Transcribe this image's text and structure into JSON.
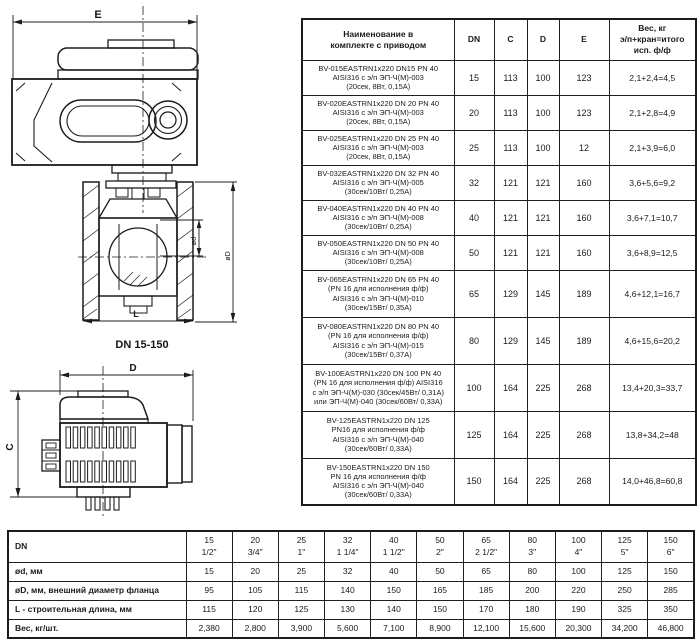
{
  "drawing": {
    "front_view": {
      "dim_e": "E",
      "dim_l": "L",
      "dim_od_small": "ød",
      "dim_od_big": "øD",
      "caption": "DN 15-150"
    },
    "side_view": {
      "dim_d": "D",
      "dim_c": "C"
    }
  },
  "spec_table": {
    "headers": {
      "name": "Наименование в\nкомплекте с приводом",
      "dn": "DN",
      "c": "C",
      "d": "D",
      "e": "E",
      "weight": "Вес, кг\nэ/п+кран=итого\nисп. ф/ф"
    },
    "rows": [
      {
        "name": "BV-015EASTRN1x220 DN15 PN 40\nAISI316 с э/п ЭП-Ч(М)-003\n(20сек, 8Вт, 0,15А)",
        "dn": "15",
        "c": "113",
        "d": "100",
        "e": "123",
        "weight": "2,1+2,4=4,5"
      },
      {
        "name": "BV-020EASTRN1x220 DN 20 PN 40\nAISI316 с э/п ЭП-Ч(М)-003\n(20сек, 8Вт, 0,15А)",
        "dn": "20",
        "c": "113",
        "d": "100",
        "e": "123",
        "weight": "2,1+2,8=4,9"
      },
      {
        "name": "BV-025EASTRN1x220 DN 25 PN 40\nAISI316 с э/п ЭП-Ч(М)-003\n(20сек, 8Вт, 0,15А)",
        "dn": "25",
        "c": "113",
        "d": "100",
        "e": "12",
        "weight": "2,1+3,9=6,0"
      },
      {
        "name": "BV-032EASTRN1x220 DN 32 PN 40\nAISI316 с э/п ЭП-Ч(М)-005\n(30сек/10Вт/ 0,25А)",
        "dn": "32",
        "c": "121",
        "d": "121",
        "e": "160",
        "weight": "3,6+5,6=9,2"
      },
      {
        "name": "BV-040EASTRN1x220 DN 40 PN 40\nAISI316 с э/п ЭП-Ч(М)-008\n(30сек/10Вт/ 0,25А)",
        "dn": "40",
        "c": "121",
        "d": "121",
        "e": "160",
        "weight": "3,6+7,1=10,7"
      },
      {
        "name": "BV-050EASTRN1x220 DN 50 PN 40\nAISI316 с э/п ЭП-Ч(М)-008\n(30сек/10Вт/ 0,25А)",
        "dn": "50",
        "c": "121",
        "d": "121",
        "e": "160",
        "weight": "3,6+8,9=12,5"
      },
      {
        "name": "BV-065EASTRN1x220 DN 65 PN 40\n(PN 16 для исполнения ф/ф)\nAISI316 с э/п ЭП-Ч(М)-010\n(30сек/15Вт/ 0,35А)",
        "dn": "65",
        "c": "129",
        "d": "145",
        "e": "189",
        "weight": "4,6+12,1=16,7"
      },
      {
        "name": "BV-080EASTRN1x220 DN 80 PN 40\n(PN 16 для исполнения ф/ф)\nAISI316 с э/п ЭП-Ч(М)-015\n(30сек/15Вт/ 0,37А)",
        "dn": "80",
        "c": "129",
        "d": "145",
        "e": "189",
        "weight": "4,6+15,6=20,2"
      },
      {
        "name": "BV-100EASTRN1x220 DN 100 PN 40\n(PN 16 для исполнения ф/ф) AISI316\nс э/п ЭП-Ч(М)-030 (30сек/45Вт/ 0,31А)\nили ЭП-Ч(М)-040 (30сек/60Вт/ 0,33А)",
        "dn": "100",
        "c": "164",
        "d": "225",
        "e": "268",
        "weight": "13,4+20,3=33,7"
      },
      {
        "name": "BV-125EASTRN1x220 DN 125\nPN16 для исполнения ф/ф\nAISI316 с э/п ЭП-Ч(М)-040\n(30сек/60Вт/ 0,33А)",
        "dn": "125",
        "c": "164",
        "d": "225",
        "e": "268",
        "weight": "13,8+34,2=48"
      },
      {
        "name": "BV-150EASTRN1x220 DN 150\nPN 16 для исполнения ф/ф\nAISI316 с э/п ЭП-Ч(М)-040\n(30сек/60Вт/ 0,33А)",
        "dn": "150",
        "c": "164",
        "d": "225",
        "e": "268",
        "weight": "14,0+46,8=60,8"
      }
    ]
  },
  "dim_table": {
    "rows": [
      {
        "label": "DN",
        "values": [
          "15\n1/2\"",
          "20\n3/4\"",
          "25\n1\"",
          "32\n1 1/4\"",
          "40\n1 1/2\"",
          "50\n2\"",
          "65\n2 1/2\"",
          "80\n3\"",
          "100\n4\"",
          "125\n5\"",
          "150\n6\""
        ]
      },
      {
        "label": "ød, мм",
        "values": [
          "15",
          "20",
          "25",
          "32",
          "40",
          "50",
          "65",
          "80",
          "100",
          "125",
          "150"
        ]
      },
      {
        "label": "øD, мм, внешний диаметр фланца",
        "values": [
          "95",
          "105",
          "115",
          "140",
          "150",
          "165",
          "185",
          "200",
          "220",
          "250",
          "285"
        ]
      },
      {
        "label": "L - строительная длина, мм",
        "values": [
          "115",
          "120",
          "125",
          "130",
          "140",
          "150",
          "170",
          "180",
          "190",
          "325",
          "350"
        ]
      },
      {
        "label": "Вес, кг/шт.",
        "values": [
          "2,380",
          "2,800",
          "3,900",
          "5,600",
          "7,100",
          "8,900",
          "12,100",
          "15,600",
          "20,300",
          "34,200",
          "46,800"
        ]
      }
    ]
  }
}
